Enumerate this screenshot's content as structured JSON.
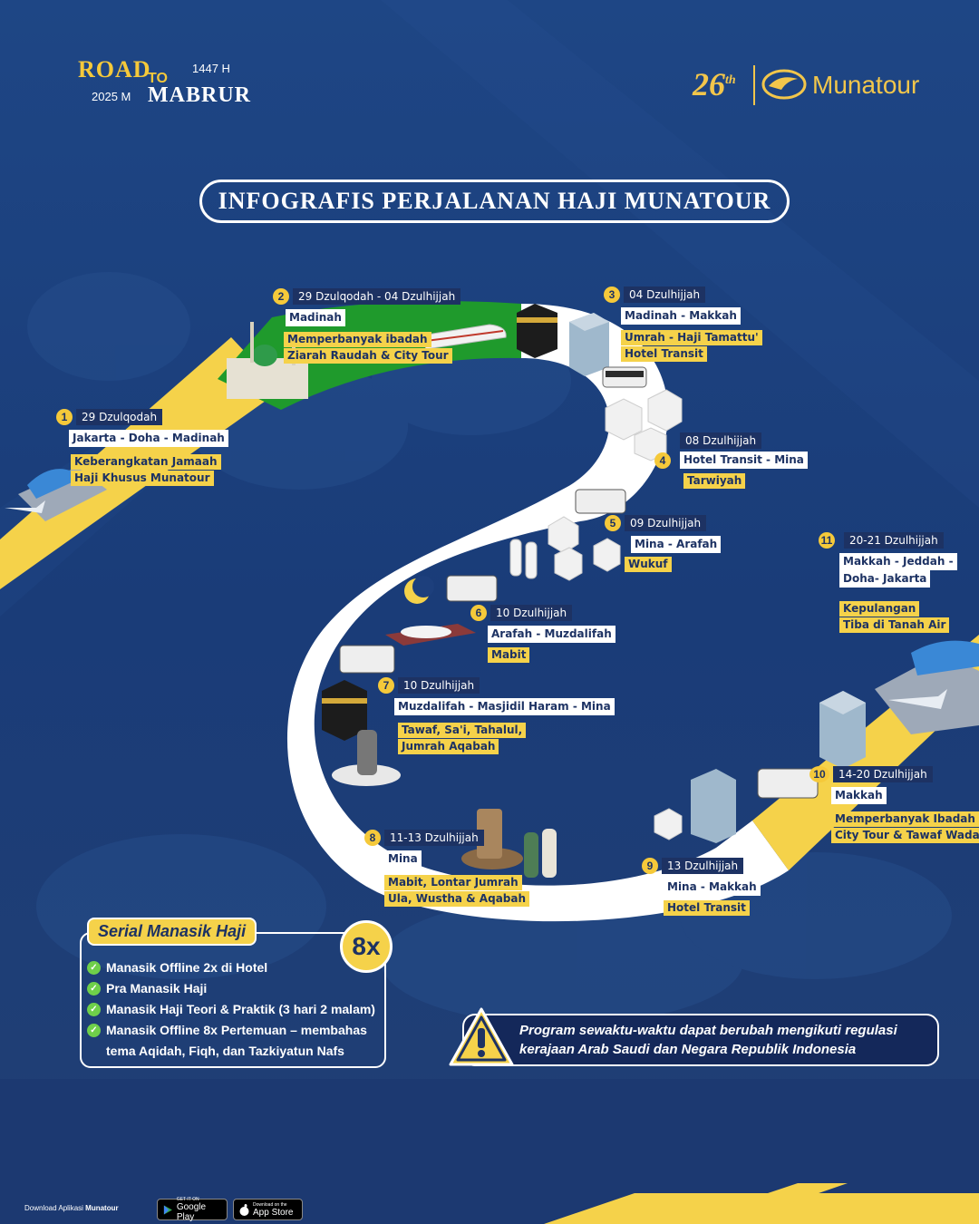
{
  "brand": {
    "road": "ROAD",
    "to": "TO",
    "hijri": "1447 H",
    "gregorian": "2025 M",
    "mabrur": "MABRUR",
    "anniversary": "26",
    "anniversary_suffix": "th",
    "company": "Munatour"
  },
  "title": "INFOGRAFIS PERJALANAN HAJI MUNATOUR",
  "steps": [
    {
      "num": "1",
      "date": "29 Dzulqodah",
      "route": "Jakarta - Doha - Madinah",
      "desc": [
        "Keberangkatan Jamaah",
        "Haji Khusus Munatour"
      ]
    },
    {
      "num": "2",
      "date": "29 Dzulqodah - 04 Dzulhijjah",
      "route": "Madinah",
      "desc": [
        "Memperbanyak ibadah",
        "Ziarah Raudah & City Tour"
      ]
    },
    {
      "num": "3",
      "date": "04 Dzulhijjah",
      "route": "Madinah - Makkah",
      "desc": [
        "Umrah - Haji Tamattu'",
        "Hotel Transit"
      ]
    },
    {
      "num": "4",
      "date": "08 Dzulhijjah",
      "route": "Hotel Transit - Mina",
      "desc": [
        "Tarwiyah"
      ]
    },
    {
      "num": "5",
      "date": "09 Dzulhijjah",
      "route": "Mina - Arafah",
      "desc": [
        "Wukuf"
      ]
    },
    {
      "num": "6",
      "date": "10 Dzulhijjah",
      "route": "Arafah - Muzdalifah",
      "desc": [
        "Mabit"
      ]
    },
    {
      "num": "7",
      "date": "10 Dzulhijjah",
      "route": "Muzdalifah - Masjidil Haram - Mina",
      "desc": [
        "Tawaf, Sa'i, Tahalul,",
        "Jumrah Aqabah"
      ]
    },
    {
      "num": "8",
      "date": "11-13 Dzulhijjah",
      "route": "Mina",
      "desc": [
        "Mabit, Lontar Jumrah",
        "Ula, Wustha & Aqabah"
      ]
    },
    {
      "num": "9",
      "date": "13 Dzulhijjah",
      "route": "Mina - Makkah",
      "desc": [
        "Hotel Transit"
      ]
    },
    {
      "num": "10",
      "date": "14-20 Dzulhijjah",
      "route": "Makkah",
      "desc": [
        "Memperbanyak Ibadah",
        "City Tour & Tawaf Wada"
      ]
    },
    {
      "num": "11",
      "date": "20-21 Dzulhijjah",
      "route": [
        "Makkah - Jeddah -",
        "Doha- Jakarta"
      ],
      "desc": [
        "Kepulangan",
        "Tiba di Tanah Air"
      ]
    }
  ],
  "serial": {
    "title": "Serial Manasik Haji",
    "badge": "8x",
    "items": [
      "Manasik Offline 2x di Hotel",
      "Pra Manasik Haji",
      "Manasik Haji Teori & Praktik (3 hari 2 malam)",
      "Manasik Offline 8x Pertemuan – membahas tema Aqidah, Fiqh, dan Tazkiyatun Nafs"
    ]
  },
  "warning": {
    "line1": "Program sewaktu-waktu dapat berubah mengikuti regulasi",
    "line2": "kerajaan Arab Saudi dan Negara Republik Indonesia"
  },
  "footer": {
    "download_prefix": "Download Aplikasi",
    "download_app": "Munatour",
    "google_small": "GET IT ON",
    "google_big": "Google Play",
    "apple_small": "Download on the",
    "apple_big": "App Store"
  },
  "colors": {
    "background": "#1d3f7c",
    "navy": "#1d3263",
    "yellow": "#f5d24a",
    "green_road": "#1f9a2c",
    "white_road": "#ffffff"
  },
  "icons": [
    "airport-icon",
    "mosque-icon",
    "train-icon",
    "kaaba-icon",
    "hotel-icon",
    "bus-icon",
    "tent-icon",
    "pilgrim-icon",
    "moon-icon",
    "jamarat-icon",
    "plane-icon",
    "check-icon",
    "warning-icon",
    "google-play-icon",
    "apple-icon"
  ]
}
